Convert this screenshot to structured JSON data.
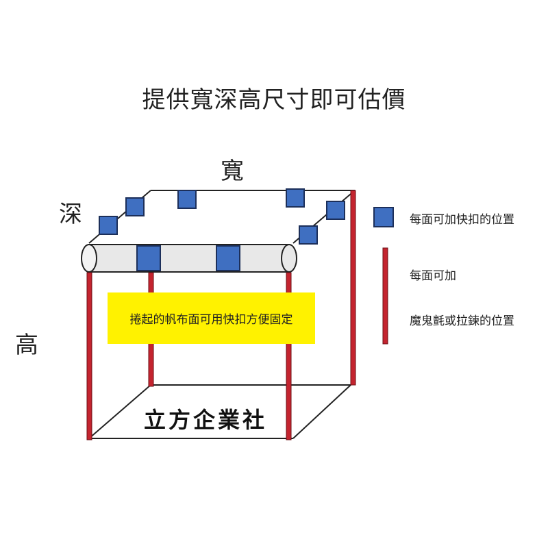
{
  "title": "提供寬深高尺寸即可估價",
  "dimension_labels": {
    "width": "寬",
    "depth": "深",
    "height": "高"
  },
  "note": "捲起的帆布面可用快扣方便固定",
  "company": "立方企業社",
  "legend": {
    "buckle_label": "每面可加快扣的位置",
    "strip_label_line1": "每面可加",
    "strip_label_line2": "魔鬼氈或拉鍊的位置"
  },
  "colors": {
    "buckle": "#3f6fc1",
    "buckle_border": "#1c2f5a",
    "strip": "#c4242f",
    "note_bg": "#fff200",
    "roll": "#e8e8e8",
    "frame": "#222222"
  }
}
